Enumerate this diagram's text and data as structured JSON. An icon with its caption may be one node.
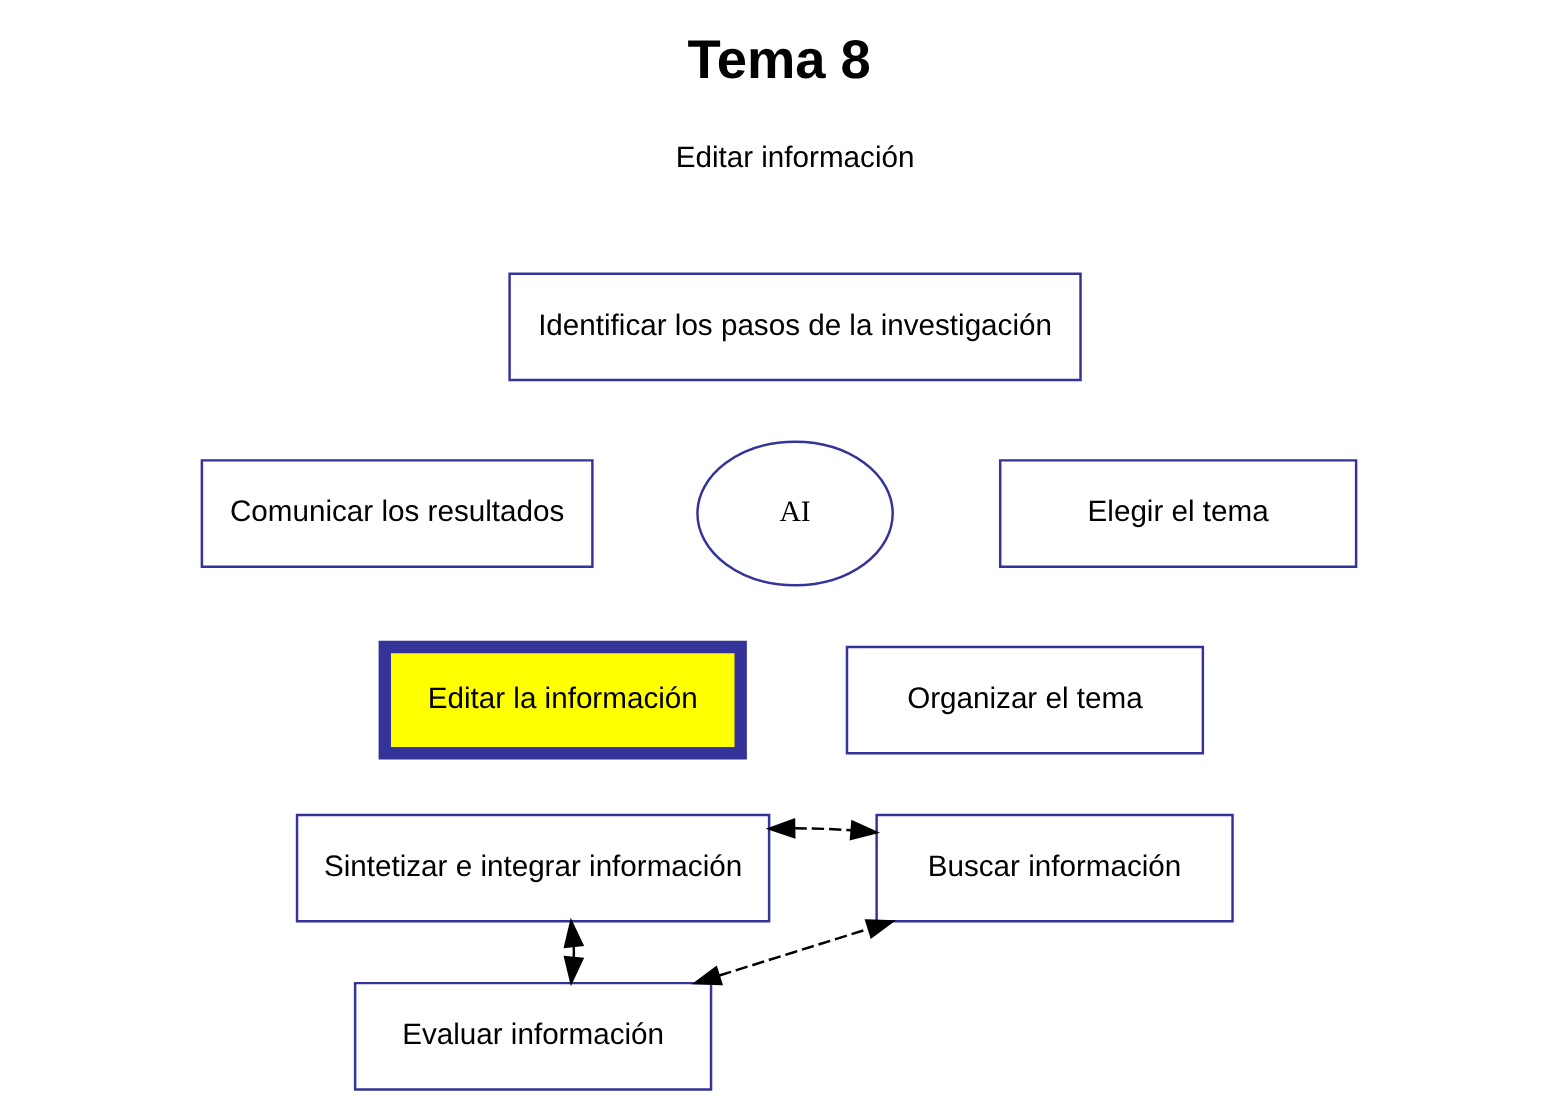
{
  "diagram": {
    "title": "Tema 8",
    "nodes": [
      {
        "text": [
          "Identificar los pasos de la investigación"
        ]
      },
      {
        "text": [
          "Comunicar los resultados"
        ]
      },
      {
        "text": [
          "Elegir el tema"
        ]
      },
      {
        "text": [
          "Editar la información"
        ]
      },
      {
        "text": [
          "AI"
        ]
      },
      {
        "text": [
          "Organizar el tema"
        ]
      },
      {
        "text": [
          "Sintetizar e integrar información"
        ]
      },
      {
        "text": [
          "Buscar información"
        ]
      },
      {
        "text": [
          "Evaluar información"
        ]
      }
    ],
    "edges": [
      {
        "from": 6,
        "to": 7,
        "arrow": "both",
        "style": "dashed"
      },
      {
        "from": 6,
        "to": 8,
        "arrow": "both",
        "style": "dashed"
      },
      {
        "from": 8,
        "to": 7,
        "arrow": "both",
        "style": "dashed"
      }
    ],
    "labels": [
      "Editar información"
    ]
  }
}
